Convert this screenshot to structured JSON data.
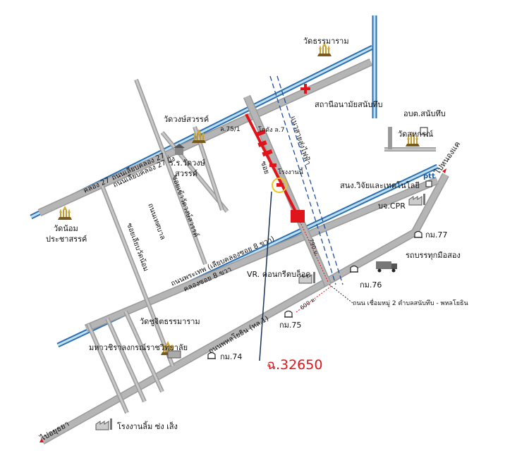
{
  "labels": {
    "wat_thammaram": "วัดธรรมาราม",
    "health_station": "สถานีอนามัยสนับทึบ",
    "wat_wong_sawan": "วัดวงษ์สวรรค์",
    "abt_office": "อบต.สนับทึบ",
    "wat_sahakorn": "วัดสหกรณ์",
    "school_line1": "ร.ร.วัดวงษ์",
    "school_line2": "สวรรค์",
    "wat_noi_line1": "วัดน้อม",
    "wat_noi_line2": "ประชาสรรค์",
    "tech_college": "สนง.วิจัยและเทคโนโลยี",
    "ptt": "ptt",
    "cpr": "บจ.CPR",
    "vr_concrete": "VR. คอนกรีตบล็อค",
    "used_trucks": "รถบรรทุกมือสอง",
    "wat_chu_chit": "วัดชูจิตธรรมาราม",
    "university": "มหาวชิราลงกรณ์ราชวิทยาลัย",
    "factory_bottom": "โรงงานลิ้ม ซ่ง เส็ง",
    "warehouse": "โกดัง ล.7",
    "factory_marker": "โรงงานนี้",
    "lane_75": "ล.75/1",
    "km_77": "กม.77",
    "km_76": "กม.76",
    "km_75": "กม.75",
    "km_74": "กม.74",
    "to_nong_khae": "ไปหนองแค",
    "to_ayutthaya": "ไปอยุธยา",
    "deed_number": "ฉ.32650"
  },
  "roads": {
    "khlong_27": "ถนนเลียบคลอง 27",
    "khlong_27_dup": "ถนนเลียบคลอง 27 ฝั่ง",
    "khlong_27_water": "คลอง 27",
    "phraphet": "ถนนพระเทพ (เลียบคลองซอย 8 ขวา)",
    "soi8_water": "คลองซอย 8 ขวา",
    "phahonyothin": "ถนนพหลโยธิน (ทล.1)",
    "power_line": "แนวสายส่งไฟฟ้า",
    "link_road": "ถนน เชื่อมหมู่ 2 ตำบลสนับทึบ - พหลโยธิน",
    "soi_vert1": "ถนนเทศบาล",
    "soi_vert1b": "ซอยเลียบวัดน้อม",
    "soi_vert2": "ซอยเข้าวัดวงษ์สวรรค์",
    "soi_red": "ซอย"
  },
  "distances": {
    "d_790": "790 ม.",
    "d_600": "600 ม."
  },
  "colors": {
    "canal": "#2b6fb1",
    "canal_light": "#bfe0f3",
    "road": "#9a9a9a",
    "highlight": "#e0141b",
    "marker_circle": "#f0c419",
    "power_line": "#1e4fa0"
  },
  "icons": [
    "temple-icon",
    "red-cross-icon",
    "school-icon",
    "factory-icon",
    "km-post-icon",
    "truck-icon",
    "ptt-station-icon"
  ]
}
